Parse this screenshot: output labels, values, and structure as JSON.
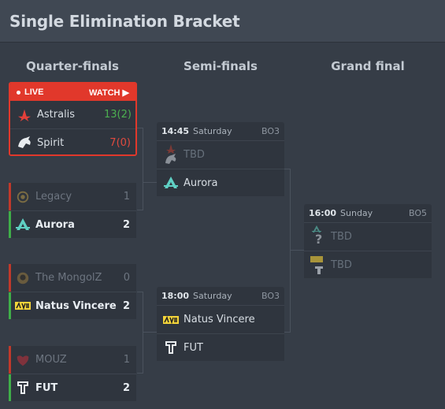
{
  "header": {
    "title": "Single Elimination Bracket"
  },
  "rounds": {
    "quarter": "Quarter-finals",
    "semi": "Semi-finals",
    "final": "Grand final"
  },
  "qf1": {
    "live_label": "LIVE",
    "watch_label": "WATCH",
    "team1": {
      "name": "Astralis",
      "score": "13",
      "maps": "(2)"
    },
    "team2": {
      "name": "Spirit",
      "score": "7",
      "maps": "(0)"
    }
  },
  "qf2": {
    "team1": {
      "name": "Legacy",
      "score": "1"
    },
    "team2": {
      "name": "Aurora",
      "score": "2"
    }
  },
  "qf3": {
    "team1": {
      "name": "The MongolZ",
      "score": "0"
    },
    "team2": {
      "name": "Natus Vincere",
      "score": "2"
    }
  },
  "qf4": {
    "team1": {
      "name": "MOUZ",
      "score": "1"
    },
    "team2": {
      "name": "FUT",
      "score": "2"
    }
  },
  "sf1": {
    "time": "14:45",
    "day": "Saturday",
    "bo": "BO3",
    "team1": {
      "name": "TBD"
    },
    "team2": {
      "name": "Aurora"
    }
  },
  "sf2": {
    "time": "18:00",
    "day": "Saturday",
    "bo": "BO3",
    "team1": {
      "name": "Natus Vincere"
    },
    "team2": {
      "name": "FUT"
    }
  },
  "final": {
    "time": "16:00",
    "day": "Sunday",
    "bo": "BO5",
    "team1": {
      "name": "TBD"
    },
    "team2": {
      "name": "TBD"
    }
  },
  "colors": {
    "background": "#363d47",
    "card": "#2f353e",
    "live": "#e1382b",
    "win": "#3fae49",
    "loss": "#c0392b",
    "score_win": "#4caf50",
    "score_loss": "#e04a3f"
  }
}
